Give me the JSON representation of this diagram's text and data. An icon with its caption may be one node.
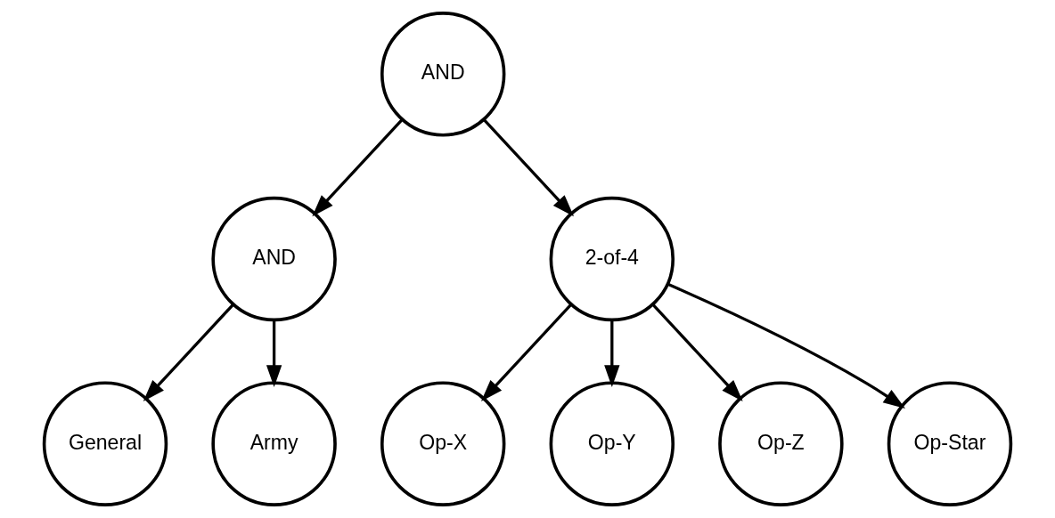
{
  "diagram": {
    "nodes": [
      {
        "text": [
          "AND"
        ]
      },
      {
        "text": [
          "AND"
        ]
      },
      {
        "text": [
          "2-of-4"
        ]
      },
      {
        "text": [
          "General"
        ]
      },
      {
        "text": [
          "Army"
        ]
      },
      {
        "text": [
          "Op-X"
        ]
      },
      {
        "text": [
          "Op-Y"
        ]
      },
      {
        "text": [
          "Op-Z"
        ]
      },
      {
        "text": [
          "Op-Star"
        ]
      }
    ],
    "edges": [
      {
        "from": 0,
        "to": 1,
        "arrow": "to"
      },
      {
        "from": 0,
        "to": 2,
        "arrow": "to"
      },
      {
        "from": 1,
        "to": 3,
        "arrow": "to"
      },
      {
        "from": 1,
        "to": 4,
        "arrow": "to"
      },
      {
        "from": 2,
        "to": 5,
        "arrow": "to"
      },
      {
        "from": 2,
        "to": 6,
        "arrow": "to"
      },
      {
        "from": 2,
        "to": 7,
        "arrow": "to"
      },
      {
        "from": 2,
        "to": 8,
        "arrow": "to"
      }
    ]
  }
}
